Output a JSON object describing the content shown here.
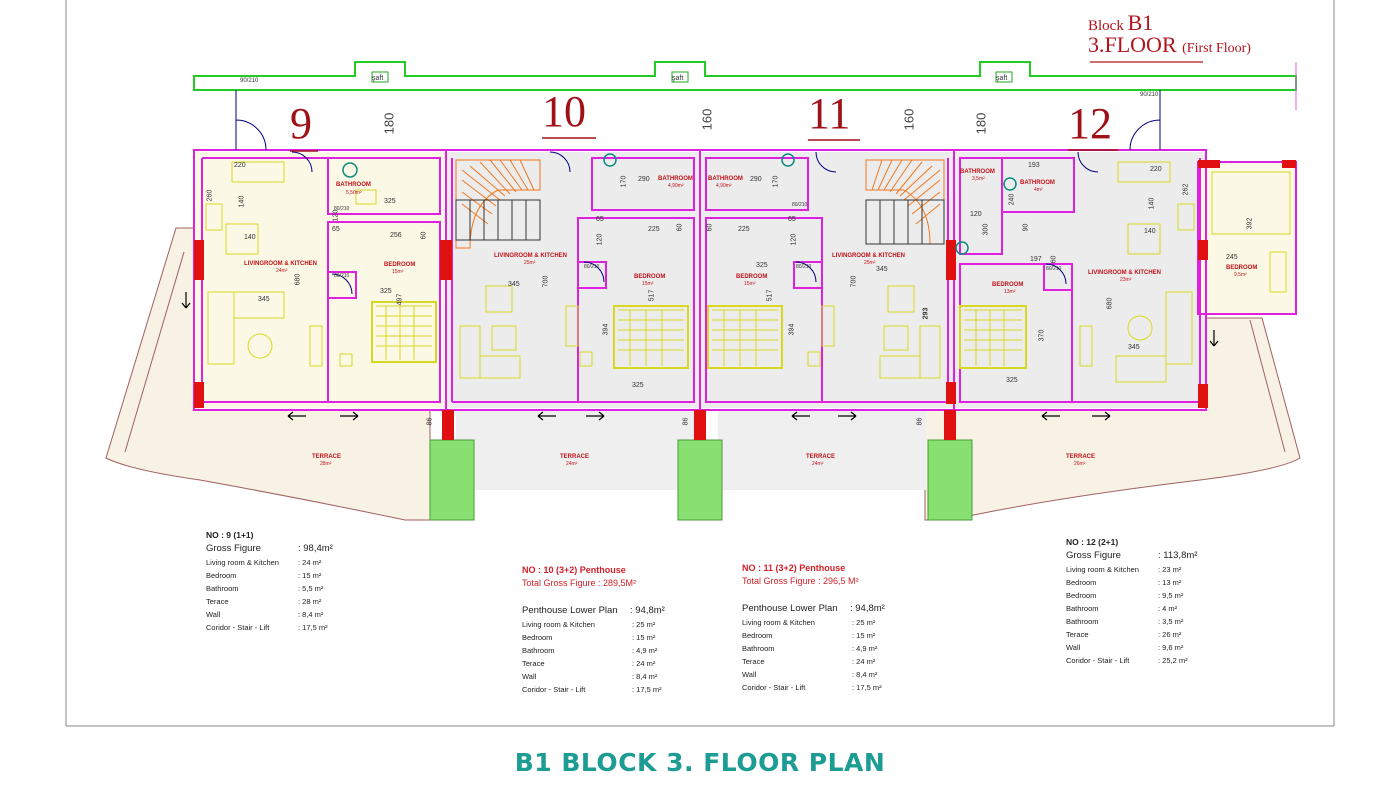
{
  "header": {
    "block_label": "Block",
    "block_code": "B1",
    "floor_label": "3.FLOOR",
    "floor_sub": "(First Floor)"
  },
  "shaft_label": "şaft",
  "unit_numbers": [
    "9",
    "10",
    "11",
    "12"
  ],
  "top_dimensions": [
    "180",
    "160",
    "160",
    "180"
  ],
  "rooms": {
    "bathroom": "BATHROOM",
    "bedroom": "BEDROOM",
    "living_kitchen": "LIVINGROOM & KITCHEN",
    "terrace": "TERRACE"
  },
  "room_areas": {
    "u9_bath": "5,50m²",
    "u9_living": "24m²",
    "u9_bed": "15m²",
    "u9_terrace": "28m²",
    "u10_bath": "4,90m²",
    "u10_living": "25m²",
    "u10_bed": "15m²",
    "u10_terrace": "24m²",
    "u11_bath": "4,90m²",
    "u11_living": "25m²",
    "u11_bed": "15m²",
    "u11_terrace": "24m²",
    "u12_bath1": "3,5m²",
    "u12_bath2": "4m²",
    "u12_living": "23m²",
    "u12_bed": "13m²",
    "u12_bed2": "9,5m²",
    "u12_terrace": "26m²"
  },
  "plan_dims": {
    "d220a": "220",
    "d260": "260",
    "d140a": "140",
    "d140b": "140",
    "d680a": "680",
    "d345a": "345",
    "d325a": "325",
    "d256": "256",
    "d120a": "120",
    "d65a": "65",
    "d60a": "60",
    "d497": "497",
    "d325b": "325",
    "d170a": "170",
    "d290a": "290",
    "d700a": "700",
    "d345b": "345",
    "d225a": "225",
    "d517a": "517",
    "d394a": "394",
    "d325c": "325",
    "d60b": "60",
    "d65b": "65",
    "d120b": "120",
    "d290b": "290",
    "d170b": "170",
    "d325d": "325",
    "d65c": "65",
    "d225b": "225",
    "d120c": "120",
    "d700b": "700",
    "d345c": "345",
    "d517b": "517",
    "d394b": "394",
    "d60c": "60",
    "d293": "293",
    "d193": "193",
    "d240": "240",
    "d120d": "120",
    "d300": "300",
    "d90": "90",
    "d197": "197",
    "d60d": "60",
    "d325e": "325",
    "d370": "370",
    "d680b": "680",
    "d345d": "345",
    "d140c": "140",
    "d140d": "140",
    "d220b": "220",
    "d262": "262",
    "d392": "392",
    "d245": "245",
    "d86a": "86",
    "d86b": "86",
    "d86c": "86",
    "door90a": "90/210",
    "door90b": "90/210",
    "door80a": "80/210",
    "door80b": "80/210",
    "door80c": "80/210",
    "door80d": "80/210",
    "door80e": "80/210",
    "door80f": "80/210"
  },
  "units": {
    "u9": {
      "title": "NO : 9  (1+1)",
      "gross_label": "Gross Figure",
      "gross_value": ": 98,4m²",
      "items": [
        {
          "label": "Living room & Kitchen",
          "value": ": 24  m²"
        },
        {
          "label": "Bedroom",
          "value": ": 15  m²"
        },
        {
          "label": "Bathroom",
          "value": ": 5,5  m²"
        },
        {
          "label": "Terace",
          "value": ": 28  m²"
        },
        {
          "label": "Wall",
          "value": ": 8,4 m²"
        },
        {
          "label": "Coridor - Stair - Lift",
          "value": ": 17,5 m²"
        }
      ]
    },
    "u10": {
      "title": "NO : 10 (3+2) Penthouse",
      "total": "Total Gross Figure  : 289,5M²",
      "lower_label": "Penthouse Lower Plan",
      "lower_value": ": 94,8m²",
      "items": [
        {
          "label": "Living room & Kitchen",
          "value": ": 25  m²"
        },
        {
          "label": "Bedroom",
          "value": ": 15  m²"
        },
        {
          "label": "Bathroom",
          "value": ": 4,9   m²"
        },
        {
          "label": "Terace",
          "value": ": 24  m²"
        },
        {
          "label": "Wall",
          "value": ": 8,4 m²"
        },
        {
          "label": "Coridor - Stair - Lift",
          "value": ": 17,5 m²"
        }
      ]
    },
    "u11": {
      "title": "NO : 11 (3+2) Penthouse",
      "total": "Total Gross Figure  : 296,5 M²",
      "lower_label": "Penthouse Lower Plan",
      "lower_value": ": 94,8m²",
      "items": [
        {
          "label": "Living room & Kitchen",
          "value": ": 25  m²"
        },
        {
          "label": "Bedroom",
          "value": ": 15  m²"
        },
        {
          "label": "Bathroom",
          "value": ": 4,9   m²"
        },
        {
          "label": "Terace",
          "value": ": 24  m²"
        },
        {
          "label": "Wall",
          "value": ": 8,4 m²"
        },
        {
          "label": "Coridor - Stair - Lift",
          "value": ": 17,5 m²"
        }
      ]
    },
    "u12": {
      "title": "NO : 12  (2+1)",
      "gross_label": "Gross Figure",
      "gross_value": ": 113,8m²",
      "items": [
        {
          "label": "Living room & Kitchen",
          "value": ": 23  m²"
        },
        {
          "label": "Bedroom",
          "value": ": 13  m²"
        },
        {
          "label": "Bedroom",
          "value": ": 9,5 m²"
        },
        {
          "label": "Bathroom",
          "value": ": 4   m²"
        },
        {
          "label": "Bathroom",
          "value": ": 3,5  m²"
        },
        {
          "label": "Terace",
          "value": ": 26  m²"
        },
        {
          "label": "Wall",
          "value": ": 9,6 m²"
        },
        {
          "label": "Coridor - Stair - Lift",
          "value": ": 25,2 m²"
        }
      ]
    }
  },
  "footer_title": "B1 BLOCK 3. FLOOR PLAN",
  "colors": {
    "wall": "#e020e0",
    "green_balcony": "#22cc22",
    "red_column": "#e01010",
    "floor_fill": "#fbf8e6",
    "grey_fill": "#ededed",
    "terrace_fill": "#f5f0e0",
    "planter": "#88e070",
    "furniture": "#d8d820",
    "stairs": "#f07820",
    "title_red": "#b0141c",
    "footer_teal": "#1c9c93"
  }
}
